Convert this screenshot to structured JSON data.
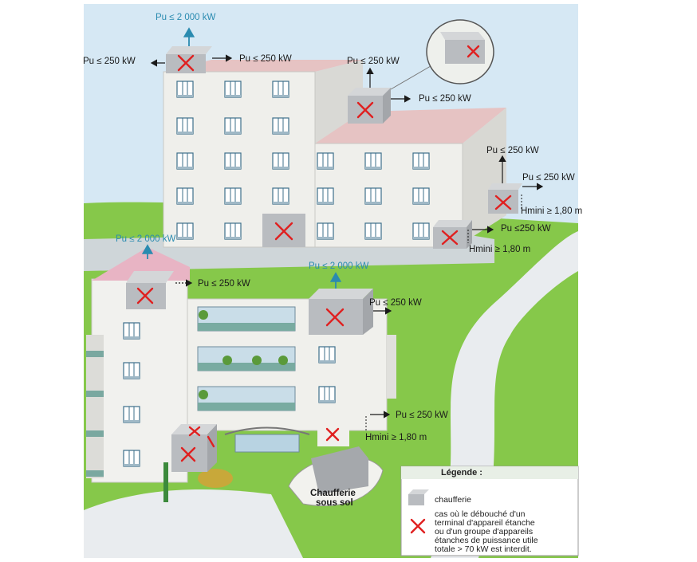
{
  "labels": {
    "top_main": "Pu ≤ 2 000 kW",
    "top_left": "Pu ≤ 250 kW",
    "top_right": "Pu ≤ 250 kW",
    "mid_up": "Pu ≤ 250 kW",
    "mid_right": "Pu ≤ 250 kW",
    "side_up": "Pu ≤ 250 kW",
    "side_right": "Pu ≤ 250 kW",
    "side_hmini": "Hmini ≥ 1,80 m",
    "ground_right": "Pu ≤250 kW",
    "ground_hmini": "Hmini ≥ 1,80 m",
    "front_left_top": "Pu ≤ 2 000 kW",
    "front_left_side": "Pu ≤ 250 kW",
    "front_center_top": "Pu ≤ 2 000 kW",
    "front_center_side": "Pu ≤ 250 kW",
    "front_low_right": "Pu ≤ 250 kW",
    "front_hmini": "Hmini ≥ 1,80 m",
    "chaufferie_sous_sol_1": "Chaufferie",
    "chaufferie_sous_sol_2": "sous sol"
  },
  "legend": {
    "title": "Légende :",
    "item1": "chaufferie",
    "item2_lines": [
      "cas où le débouché d'un",
      "terminal d'appareil étanche",
      "ou d'un groupe d'appareils",
      "étanches de puissance utile",
      "totale > 70 kW est interdit."
    ]
  },
  "colors": {
    "sky": "#cfe3f2",
    "grass": "#7cc043",
    "facade": "#eeeeea",
    "box": "#b9bcc0",
    "cross": "#e02020",
    "roof_pink": "#e8b4c4",
    "arrow_blue": "#2a8bb0"
  }
}
